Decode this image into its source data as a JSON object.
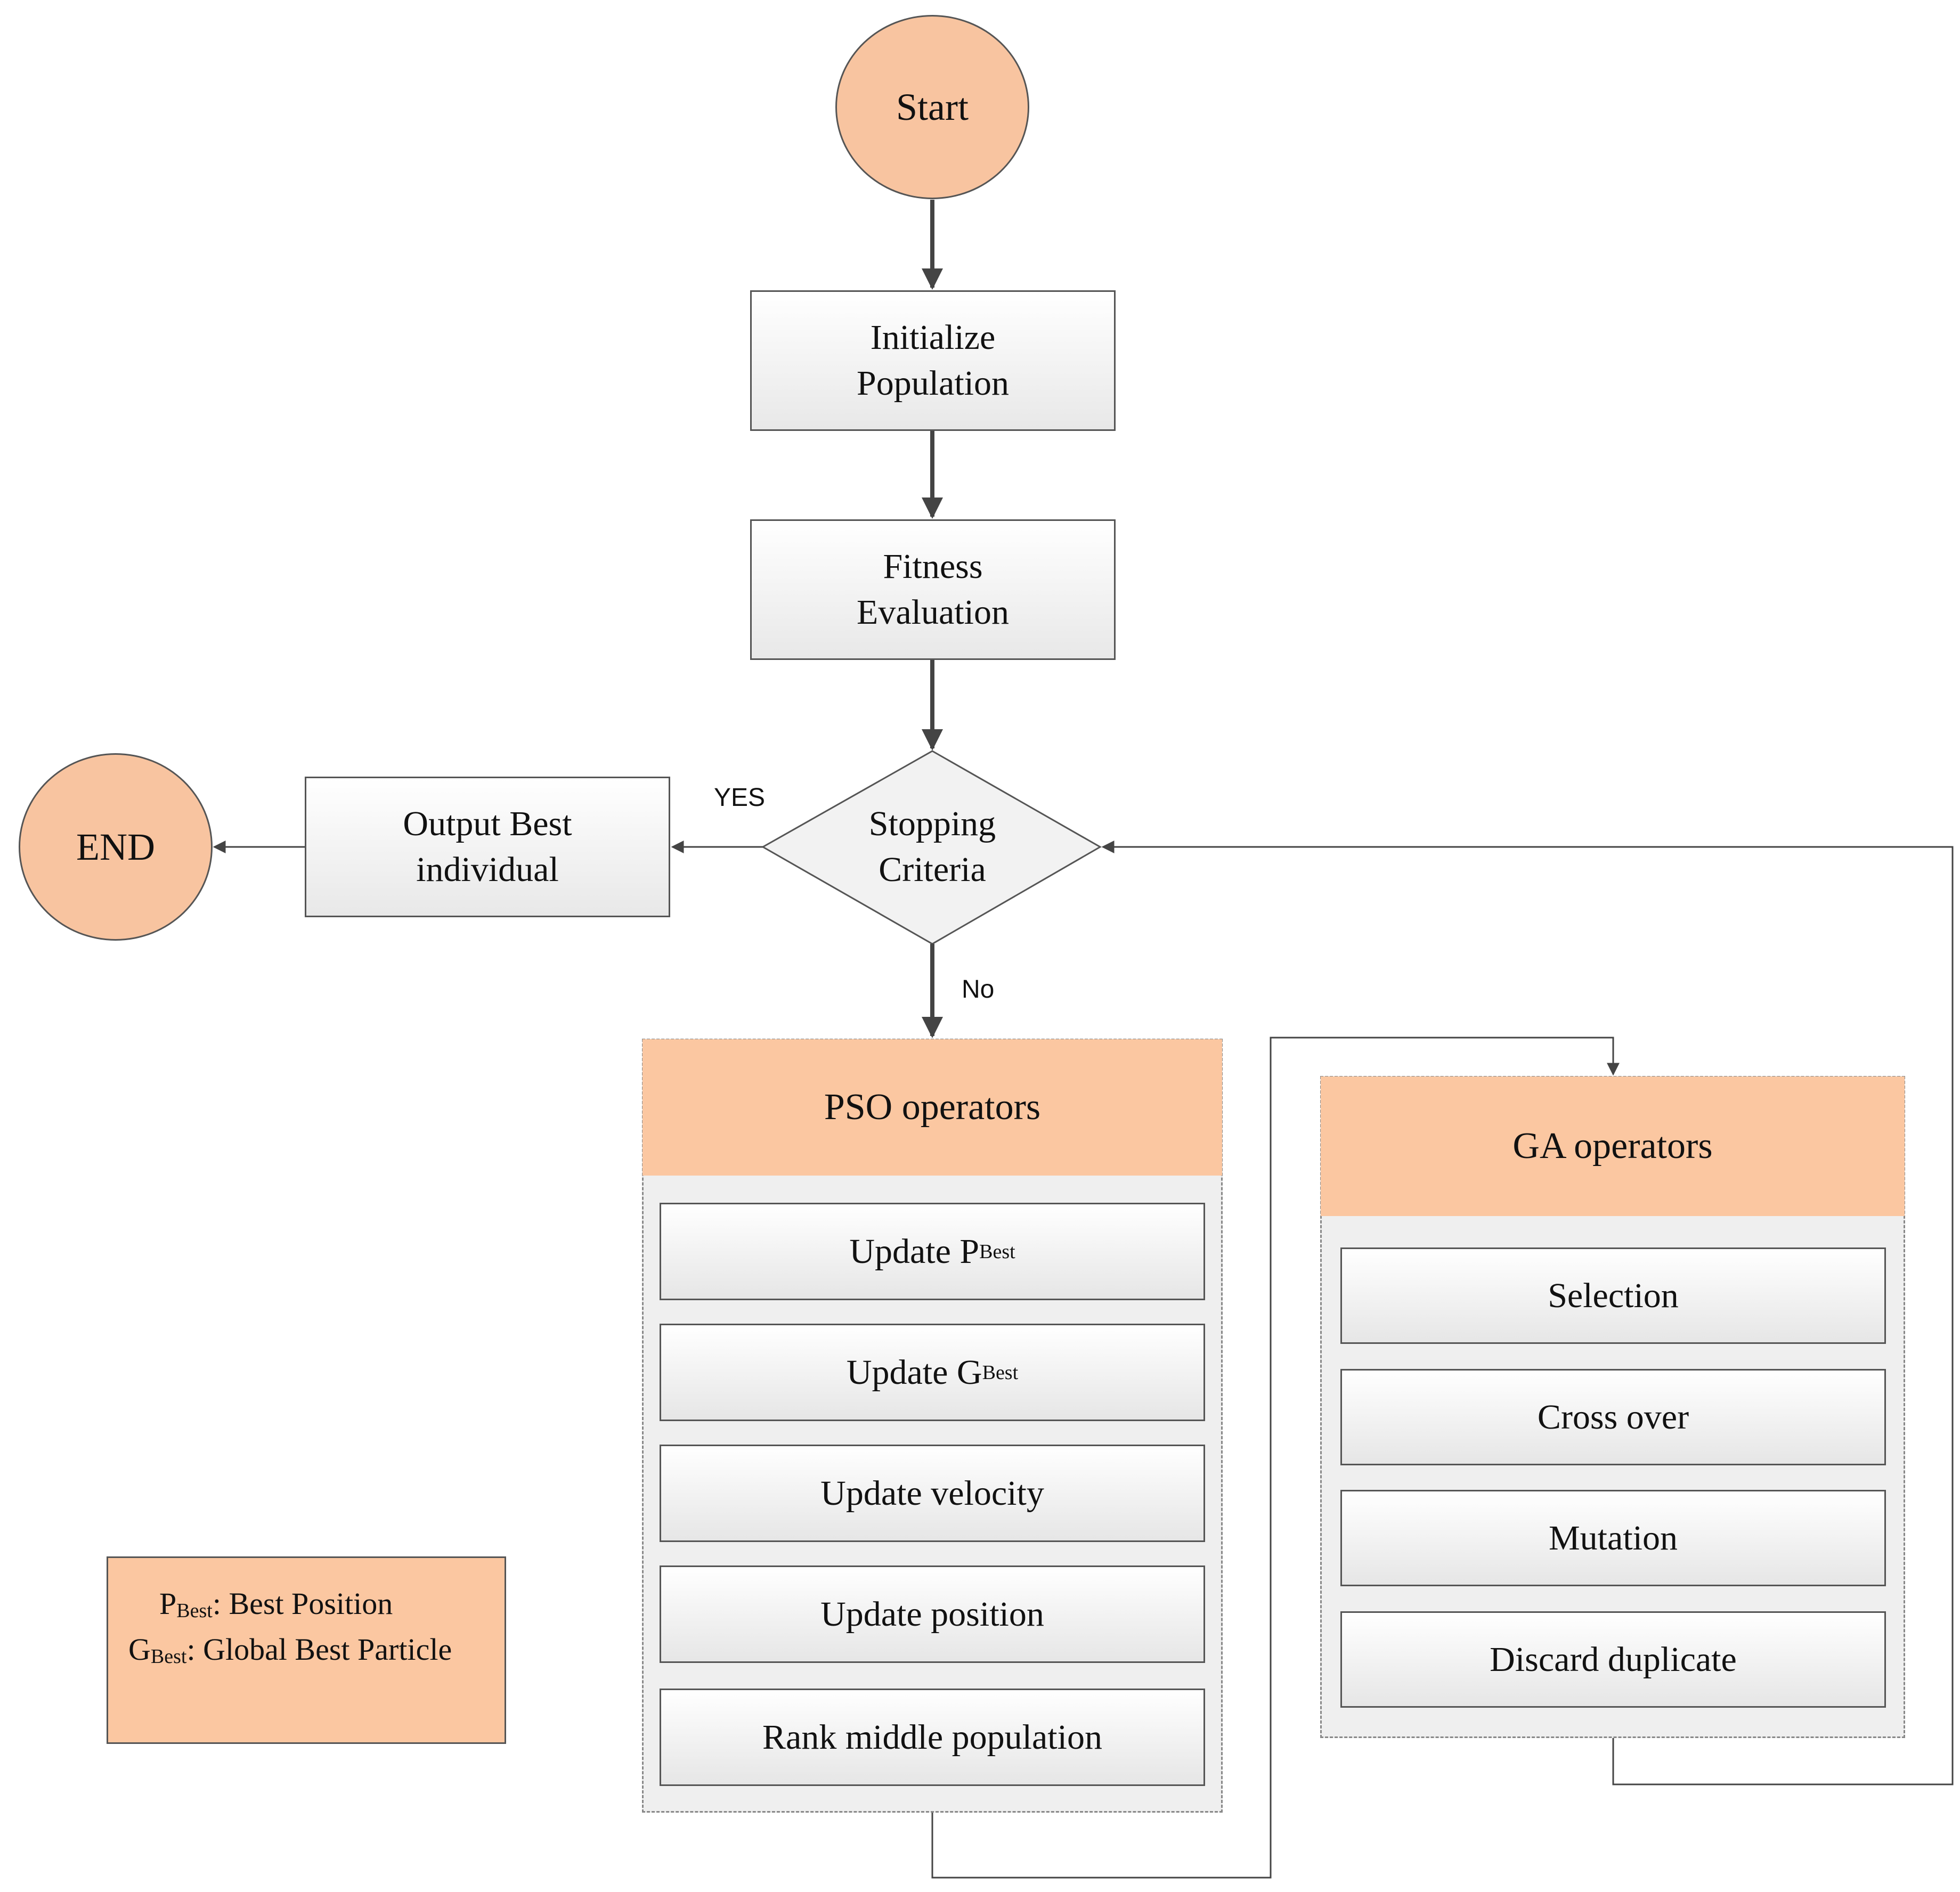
{
  "nodes": {
    "start": "Start",
    "init": "Initialize\nPopulation",
    "fitness": "Fitness\nEvaluation",
    "stopping": "Stopping\nCriteria",
    "output": "Output Best\nindividual",
    "end": "END"
  },
  "edges": {
    "yes": "YES",
    "no": "No"
  },
  "pso": {
    "header": "PSO operators",
    "steps": {
      "pbest_prefix": "Update P",
      "pbest_sub": "Best",
      "gbest_prefix": "Update G",
      "gbest_sub": "Best",
      "velocity": "Update velocity",
      "position": "Update position",
      "rank": "Rank middle population"
    }
  },
  "ga": {
    "header": "GA operators",
    "steps": [
      "Selection",
      "Cross over",
      "Mutation",
      "Discard duplicate"
    ]
  },
  "legend": {
    "p_letter": "P",
    "p_sub": "Best",
    "p_text": ":  Best Position",
    "g_letter": "G",
    "g_sub": "Best",
    "g_text": ": Global Best Particle"
  },
  "colors": {
    "accent": "#fbc7a1",
    "circle_fill": "#f8c4a0",
    "line": "#444444"
  }
}
